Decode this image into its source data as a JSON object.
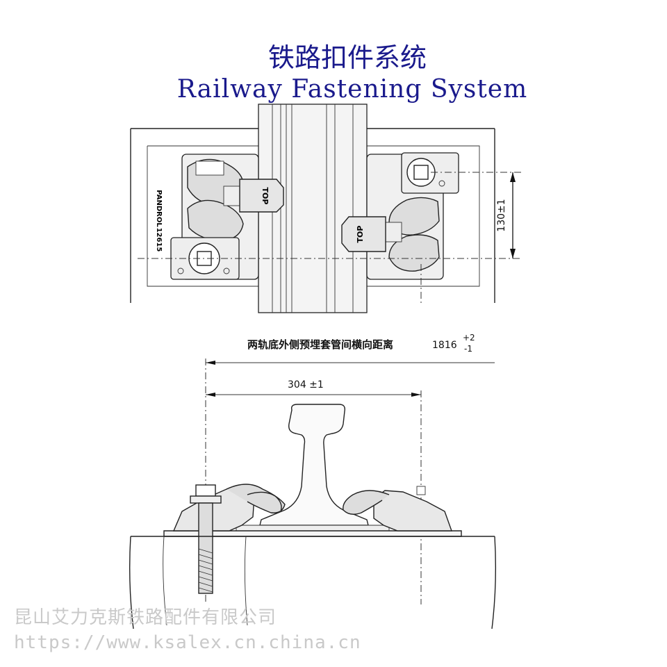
{
  "title": {
    "chinese": "铁路扣件系统",
    "english": "Railway Fastening System"
  },
  "plan_view": {
    "brand_label": "PANDROL",
    "model_label": "12615",
    "clip_label": "TOP",
    "dimension_label": "130±1"
  },
  "section_view": {
    "overall_dimension_label": "两轨底外侧预埋套管间横向距离",
    "overall_dimension_value": "1816",
    "overall_tolerance_plus": "+2",
    "overall_tolerance_minus": "-1",
    "offset_dimension_label": "304 ±1"
  },
  "watermark": {
    "company": "昆山艾力克斯铁路配件有限公司",
    "url": "https://www.ksalex.cn.china.cn"
  }
}
